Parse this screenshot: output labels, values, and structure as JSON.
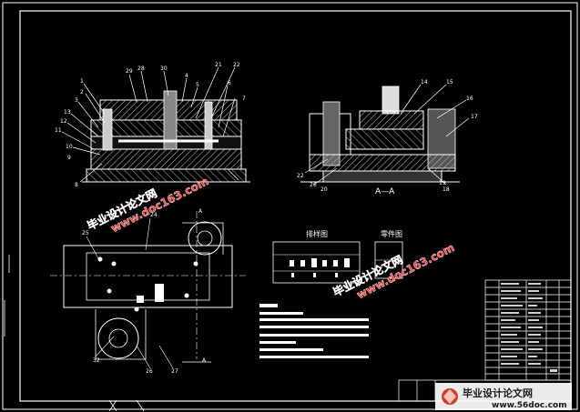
{
  "drawing": {
    "labels": {
      "section_aa": "A—A",
      "view_a_top": "A",
      "view_a_bottom": "A",
      "layout_title": "排样图",
      "part_title": "零件图"
    },
    "part_numbers_left": [
      "1",
      "2",
      "3",
      "13",
      "12",
      "11",
      "10",
      "9",
      "8",
      "29",
      "28",
      "30",
      "21",
      "4",
      "5",
      "22",
      "6",
      "7"
    ],
    "part_numbers_right": [
      "14",
      "15",
      "16",
      "17",
      "18",
      "19",
      "20",
      "22",
      "26"
    ],
    "part_numbers_plan": [
      "24",
      "25",
      "26",
      "27",
      "32"
    ],
    "watermark": {
      "cn": "毕业设计论文网",
      "url": "www.doc163.com"
    },
    "footer": {
      "brand": "毕业设计论文网",
      "url": "www.56doc.com"
    }
  }
}
